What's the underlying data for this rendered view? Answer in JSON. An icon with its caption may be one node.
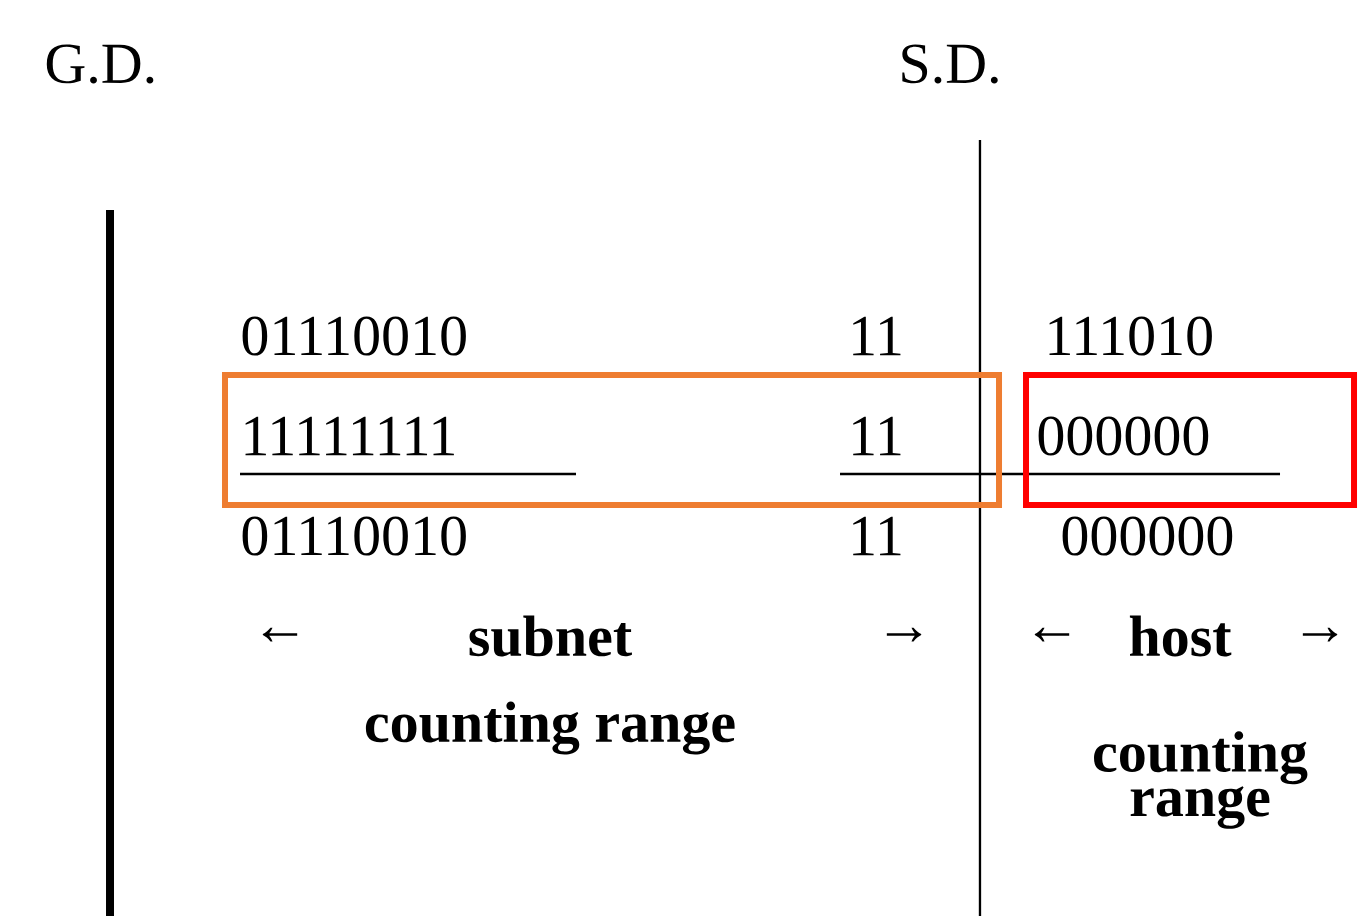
{
  "diagram": {
    "nodes": [
      {
        "text": [
          "11111111",
          "11"
        ]
      },
      {
        "text": [
          "000000"
        ]
      }
    ],
    "edges": [],
    "labels": [
      "G.D.",
      "S.D.",
      "01110010",
      "11",
      "111010",
      "01110010",
      "11",
      "000000",
      "←",
      "subnet",
      "→",
      "←",
      "host",
      "→",
      "counting range",
      "counting range"
    ]
  }
}
